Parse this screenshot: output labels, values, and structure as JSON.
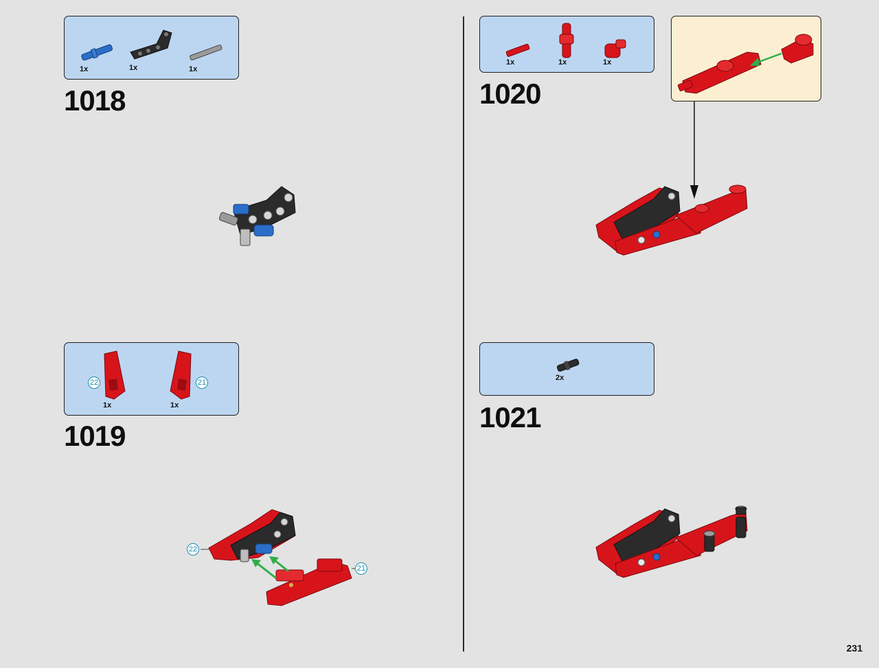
{
  "page_number": "231",
  "steps": [
    {
      "number": "1018",
      "parts": [
        {
          "qty": "1x",
          "icon": "blue-axle-pin-icon"
        },
        {
          "qty": "1x",
          "icon": "black-angled-beam-icon"
        },
        {
          "qty": "1x",
          "icon": "grey-axle-icon"
        }
      ]
    },
    {
      "number": "1019",
      "parts": [
        {
          "qty": "1x",
          "icon": "red-panel-left-icon",
          "ref": "22"
        },
        {
          "qty": "1x",
          "icon": "red-panel-right-icon",
          "ref": "21"
        }
      ],
      "callouts": [
        "22",
        "21"
      ]
    },
    {
      "number": "1020",
      "parts": [
        {
          "qty": "1x",
          "icon": "red-axle-icon"
        },
        {
          "qty": "1x",
          "icon": "red-cross-block-icon"
        },
        {
          "qty": "1x",
          "icon": "red-pin-connector-icon"
        }
      ]
    },
    {
      "number": "1021",
      "parts": [
        {
          "qty": "2x",
          "icon": "black-axle-pin-icon"
        }
      ]
    }
  ],
  "colors": {
    "parts_box": "#bcd6f2",
    "callout_box": "#fcefd1",
    "brick_red": "#d8141b",
    "brick_black": "#2b2b2b",
    "brick_blue": "#2a6ec9",
    "arrow_green": "#2fae4a",
    "ref_cyan": "#1a8fb0"
  }
}
